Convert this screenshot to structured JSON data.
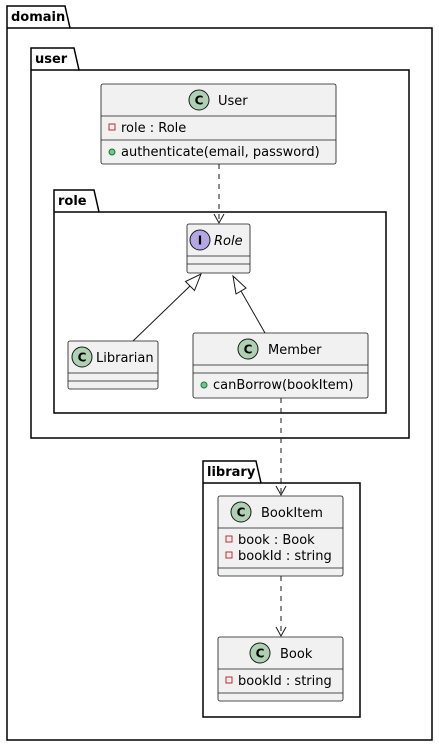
{
  "packages": {
    "domain": "domain",
    "user": "user",
    "role": "role",
    "library": "library"
  },
  "classes": {
    "user": {
      "stereotype": "C",
      "name": "User",
      "attributes": [
        {
          "visibility": "private",
          "text": "role : Role"
        }
      ],
      "methods": [
        {
          "visibility": "public",
          "text": "authenticate(email, password)"
        }
      ]
    },
    "role": {
      "stereotype": "I",
      "name": "Role"
    },
    "librarian": {
      "stereotype": "C",
      "name": "Librarian"
    },
    "member": {
      "stereotype": "C",
      "name": "Member",
      "methods": [
        {
          "visibility": "public",
          "text": "canBorrow(bookItem)"
        }
      ]
    },
    "bookitem": {
      "stereotype": "C",
      "name": "BookItem",
      "attributes": [
        {
          "visibility": "private",
          "text": "book : Book"
        },
        {
          "visibility": "private",
          "text": "bookId : string"
        }
      ]
    },
    "book": {
      "stereotype": "C",
      "name": "Book",
      "attributes": [
        {
          "visibility": "private",
          "text": "bookId : string"
        }
      ]
    }
  },
  "colors": {
    "class_fill": "#f1f1f1",
    "class_stroke": "#181818",
    "class_badge": "#add1b2",
    "interface_badge": "#b4a7e5",
    "private_marker": "#c82930",
    "public_marker": "#84be84"
  }
}
